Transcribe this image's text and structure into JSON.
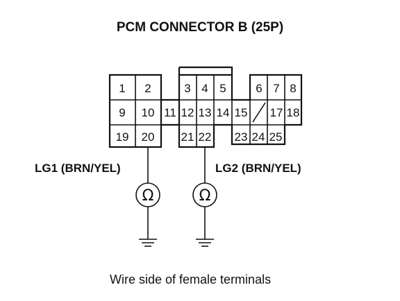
{
  "title": "PCM CONNECTOR B (25P)",
  "pins": [
    "1",
    "2",
    "3",
    "4",
    "5",
    "6",
    "7",
    "8",
    "9",
    "10",
    "11",
    "12",
    "13",
    "14",
    "15",
    "17",
    "18",
    "19",
    "20",
    "21",
    "22",
    "23",
    "24",
    "25"
  ],
  "probe_left": {
    "label": "LG1 (BRN/YEL)",
    "meter_symbol": "Ω"
  },
  "probe_right": {
    "label": "LG2 (BRN/YEL)",
    "meter_symbol": "Ω"
  },
  "caption": "Wire side of female terminals"
}
